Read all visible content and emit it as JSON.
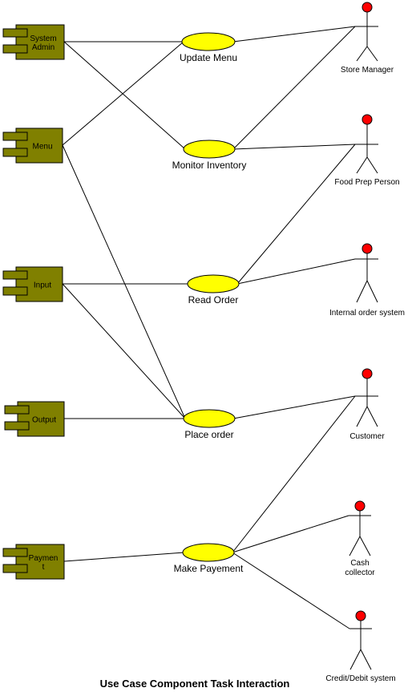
{
  "title": "Use Case Component Task Interaction",
  "colors": {
    "component_fill": "#808000",
    "usecase_fill": "#ffff00",
    "actor_head": "#ff0000",
    "line": "#000000"
  },
  "components": [
    {
      "id": "system-admin",
      "label_lines": [
        "System",
        "Admin"
      ]
    },
    {
      "id": "menu",
      "label_lines": [
        "Menu"
      ]
    },
    {
      "id": "input",
      "label_lines": [
        "Input"
      ]
    },
    {
      "id": "output",
      "label_lines": [
        "Output"
      ]
    },
    {
      "id": "payment",
      "label_lines": [
        "Paymen",
        "t"
      ]
    }
  ],
  "use_cases": [
    {
      "id": "update-menu",
      "label": "Update Menu"
    },
    {
      "id": "monitor-inventory",
      "label": "Monitor Inventory"
    },
    {
      "id": "read-order",
      "label": "Read Order"
    },
    {
      "id": "place-order",
      "label": "Place order"
    },
    {
      "id": "make-payement",
      "label": "Make Payement"
    }
  ],
  "actors": [
    {
      "id": "store-manager",
      "label_lines": [
        "Store Manager"
      ]
    },
    {
      "id": "food-prep-person",
      "label_lines": [
        "Food Prep Person"
      ]
    },
    {
      "id": "internal-order-system",
      "label_lines": [
        "Internal order system"
      ]
    },
    {
      "id": "customer",
      "label_lines": [
        "Customer"
      ]
    },
    {
      "id": "cash-collector",
      "label_lines": [
        "Cash",
        "collector"
      ]
    },
    {
      "id": "credit-debit-system",
      "label_lines": [
        "Credit/Debit system"
      ]
    }
  ],
  "connections": [
    [
      "system-admin",
      "update-menu"
    ],
    [
      "system-admin",
      "monitor-inventory"
    ],
    [
      "menu",
      "update-menu"
    ],
    [
      "menu",
      "place-order"
    ],
    [
      "input",
      "read-order"
    ],
    [
      "input",
      "place-order"
    ],
    [
      "output",
      "place-order"
    ],
    [
      "payment",
      "make-payement"
    ],
    [
      "update-menu",
      "store-manager"
    ],
    [
      "monitor-inventory",
      "store-manager"
    ],
    [
      "monitor-inventory",
      "food-prep-person"
    ],
    [
      "read-order",
      "food-prep-person"
    ],
    [
      "read-order",
      "internal-order-system"
    ],
    [
      "place-order",
      "customer"
    ],
    [
      "make-payement",
      "customer"
    ],
    [
      "make-payement",
      "cash-collector"
    ],
    [
      "make-payement",
      "credit-debit-system"
    ]
  ]
}
